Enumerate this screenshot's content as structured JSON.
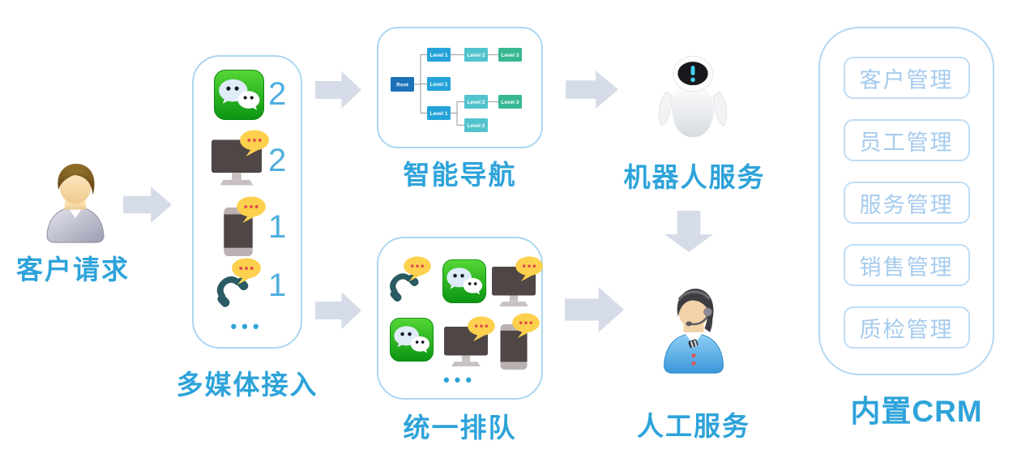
{
  "colors": {
    "label_blue": "#2ea3da",
    "count_blue": "#4fafdf",
    "panel_border": "#abd6f2",
    "arrow_gray": "#d6dce7",
    "crm_border": "#bfdcf4",
    "crm_text": "#a5cbee",
    "tree_root": "#1b72b8",
    "tree_level1": "#25a3d9",
    "tree_level2": "#52c3cd",
    "tree_level3": "#37b794",
    "wechat_green": "#1fae1d",
    "bubble_yellow": "#fdd14d",
    "bubble_dots_red": "#e05050"
  },
  "nodes": {
    "customer": {
      "label": "客户请求"
    },
    "multimedia": {
      "label": "多媒体接入",
      "channels": [
        {
          "icon": "wechat-icon",
          "count": "2"
        },
        {
          "icon": "desktop-chat-icon",
          "count": "2"
        },
        {
          "icon": "mobile-chat-icon",
          "count": "1"
        },
        {
          "icon": "phone-chat-icon",
          "count": "1"
        }
      ],
      "more": "•••"
    },
    "navigation": {
      "label": "智能导航",
      "tree_nodes": [
        "Root",
        "Level 1",
        "Level 1",
        "Level 1",
        "Level 2",
        "Level 2",
        "Level 2",
        "Level 3",
        "Level 3"
      ]
    },
    "robot": {
      "label": "机器人服务"
    },
    "queue": {
      "label": "统一排队",
      "more": "•••"
    },
    "agent": {
      "label": "人工服务"
    },
    "crm": {
      "label": "内置CRM",
      "modules": [
        "客户管理",
        "员工管理",
        "服务管理",
        "销售管理",
        "质检管理"
      ]
    }
  }
}
